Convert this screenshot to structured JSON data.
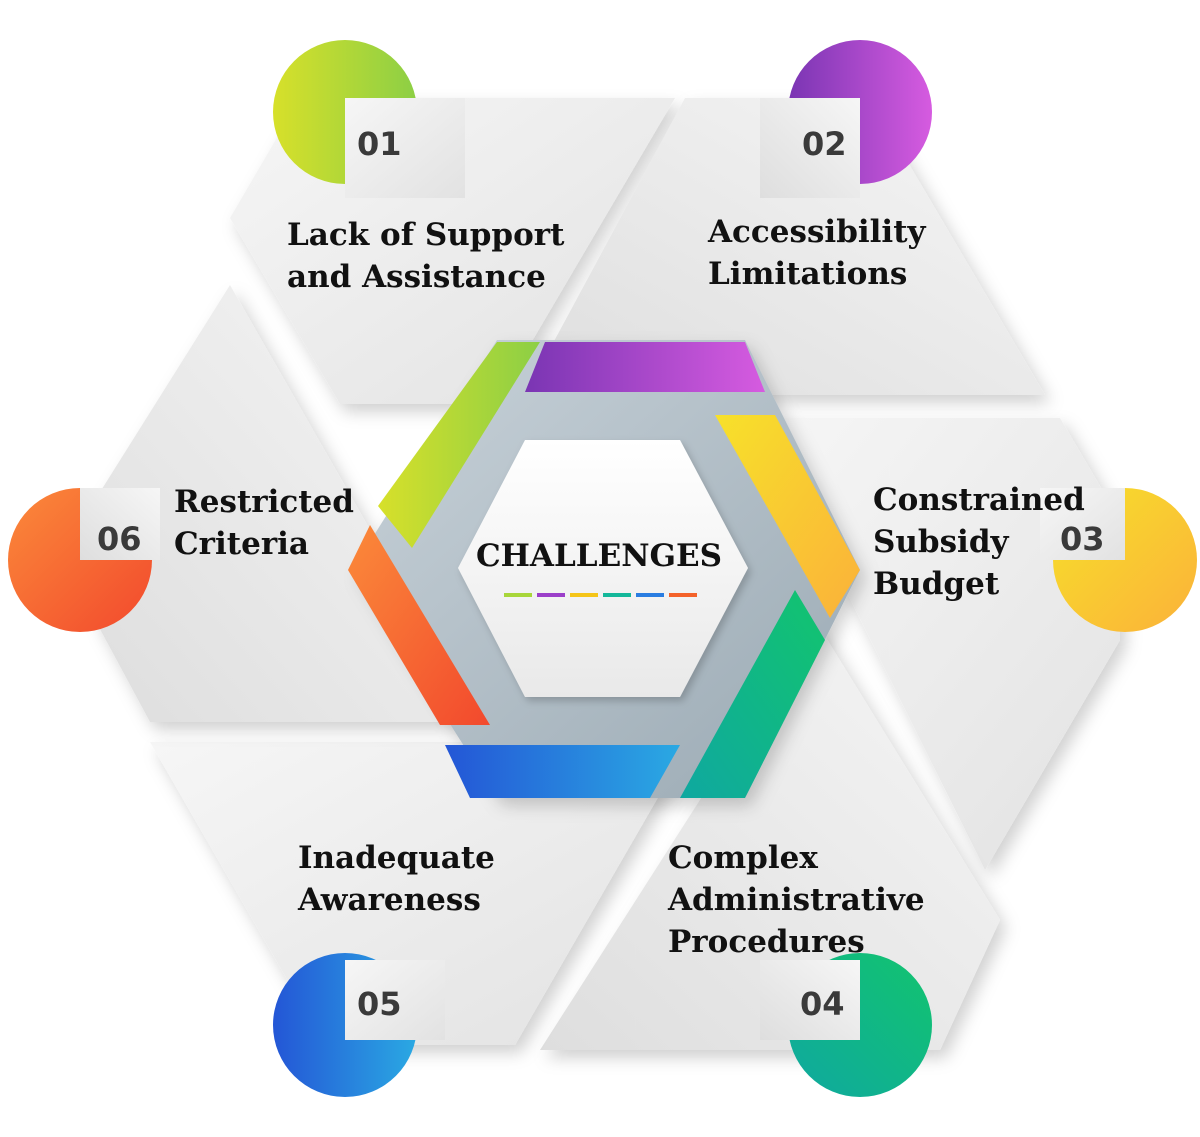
{
  "center": {
    "title": "CHALLENGES",
    "underline_colors": [
      "#a8d63a",
      "#9b3fc9",
      "#f5c518",
      "#14b89a",
      "#2a7de1",
      "#f4622a"
    ]
  },
  "items": [
    {
      "number": "01",
      "lines": [
        "Lack of Support",
        "and Assistance"
      ],
      "color_a": "#d7e02a",
      "color_b": "#8ccf45"
    },
    {
      "number": "02",
      "lines": [
        "Accessibility",
        "Limitations"
      ],
      "color_a": "#7a35b3",
      "color_b": "#d65be0"
    },
    {
      "number": "03",
      "lines": [
        "Constrained",
        "Subsidy",
        "Budget"
      ],
      "color_a": "#f7e12a",
      "color_b": "#fbb13a"
    },
    {
      "number": "04",
      "lines": [
        "Complex",
        "Administrative",
        "Procedures"
      ],
      "color_a": "#0fa8a0",
      "color_b": "#12c46e"
    },
    {
      "number": "05",
      "lines": [
        "Inadequate",
        "Awareness"
      ],
      "color_a": "#2456d6",
      "color_b": "#2aa9e3"
    },
    {
      "number": "06",
      "lines": [
        "Restricted",
        "Criteria"
      ],
      "color_a": "#f2492d",
      "color_b": "#fb8a3a"
    }
  ]
}
